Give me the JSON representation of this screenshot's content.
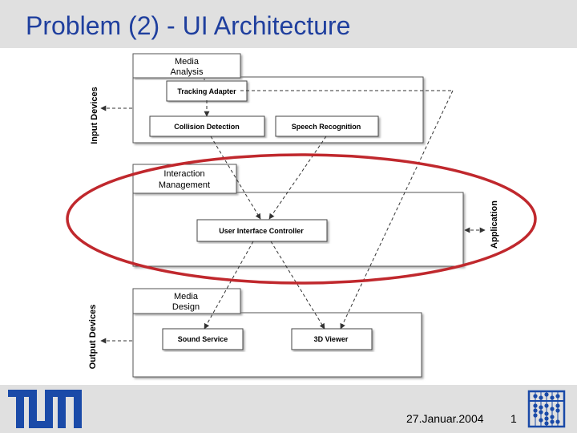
{
  "slide": {
    "title": "Problem (2) - UI Architecture",
    "date": "27.Januar.2004",
    "page_number": "1"
  },
  "diagram": {
    "layers": {
      "media_analysis": {
        "line1": "Media",
        "line2": "Analysis"
      },
      "interaction_management": {
        "line1": "Interaction",
        "line2": "Management"
      },
      "media_design": {
        "line1": "Media",
        "line2": "Design"
      }
    },
    "components": {
      "tracking_adapter": "Tracking Adapter",
      "collision_detection": "Collision Detection",
      "speech_recognition": "Speech Recognition",
      "user_interface_controller": "User Interface Controller",
      "sound_service": "Sound Service",
      "viewer_3d": "3D Viewer"
    },
    "side_labels": {
      "input_devices": "Input Devices",
      "output_devices": "Output Devices",
      "application": "Application"
    },
    "highlight_color": "#c0282d"
  },
  "icons": {
    "logo": "tum-logo",
    "abacus": "abacus-icon"
  }
}
